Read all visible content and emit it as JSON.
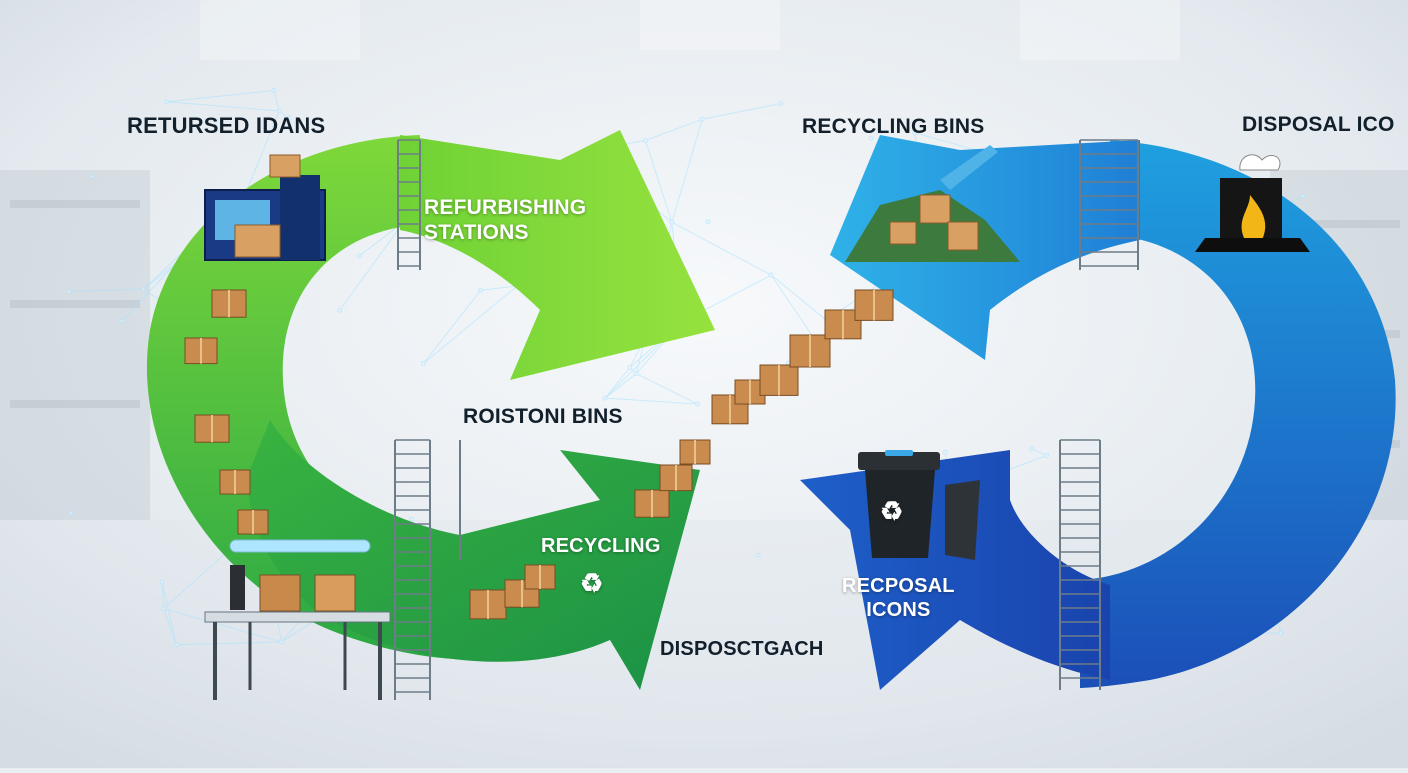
{
  "labels": {
    "top_left": "RETURSED IDANS",
    "refurb_line1": "REFURBISHING",
    "refurb_line2": "STATIONS",
    "center": "ROISTONI BINS",
    "recycling": "RECYCLING",
    "bottom_center": "DISPOSCTGACH",
    "top_right_bins": "RECYCLING BINS",
    "top_right_far": "DISPOSAL ICO",
    "recposal_line1": "RECPOSAL",
    "recposal_line2": "ICONS"
  },
  "icons": {
    "recycle_symbol": "♻"
  },
  "colors": {
    "green_light": "#8fe03c",
    "green_mid": "#4fc23a",
    "green_dark": "#1e9a45",
    "blue_light": "#3aa8e6",
    "blue_mid": "#1f73d2",
    "blue_dark": "#1843b0",
    "box": "#c98b4e",
    "network": "#bfe9ff"
  }
}
